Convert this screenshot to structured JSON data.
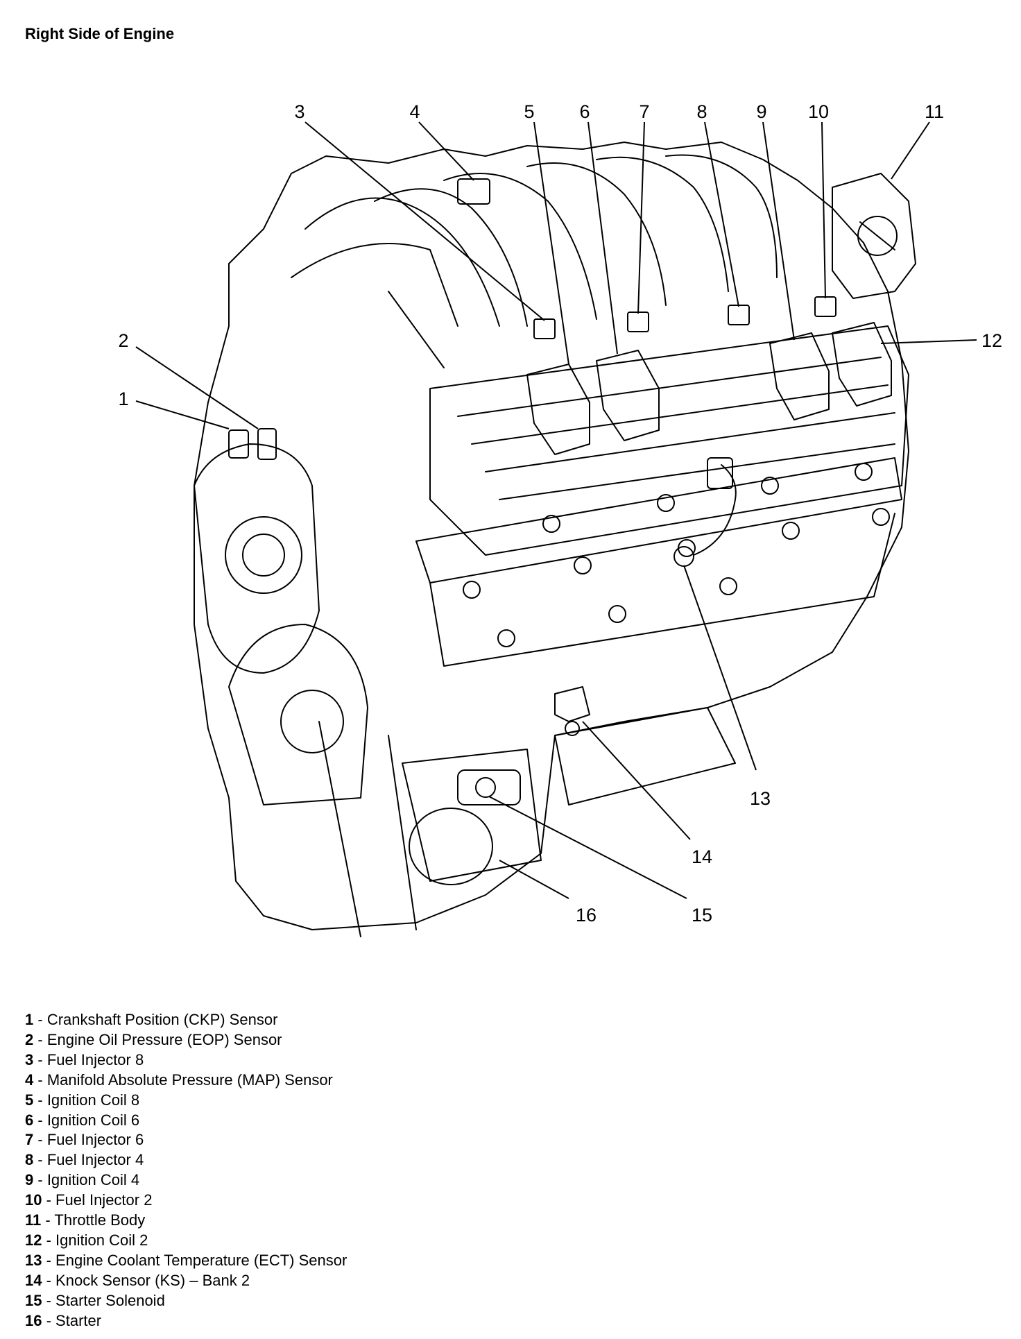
{
  "title": "Right Side of Engine",
  "callouts": [
    "1",
    "2",
    "3",
    "4",
    "5",
    "6",
    "7",
    "8",
    "9",
    "10",
    "11",
    "12",
    "13",
    "14",
    "15",
    "16"
  ],
  "legend": [
    {
      "num": "1",
      "text": "Crankshaft Position (CKP) Sensor"
    },
    {
      "num": "2",
      "text": "Engine Oil Pressure (EOP) Sensor"
    },
    {
      "num": "3",
      "text": "Fuel Injector 8"
    },
    {
      "num": "4",
      "text": "Manifold Absolute Pressure (MAP) Sensor"
    },
    {
      "num": "5",
      "text": "Ignition Coil 8"
    },
    {
      "num": "6",
      "text": "Ignition Coil 6"
    },
    {
      "num": "7",
      "text": "Fuel Injector 6"
    },
    {
      "num": "8",
      "text": "Fuel Injector 4"
    },
    {
      "num": "9",
      "text": "Ignition Coil 4"
    },
    {
      "num": "10",
      "text": "Fuel Injector 2"
    },
    {
      "num": "11",
      "text": "Throttle Body"
    },
    {
      "num": "12",
      "text": "Ignition Coil 2"
    },
    {
      "num": "13",
      "text": "Engine Coolant Temperature (ECT) Sensor"
    },
    {
      "num": "14",
      "text": "Knock Sensor (KS) – Bank 2"
    },
    {
      "num": "15",
      "text": "Starter Solenoid"
    },
    {
      "num": "16",
      "text": "Starter"
    }
  ]
}
